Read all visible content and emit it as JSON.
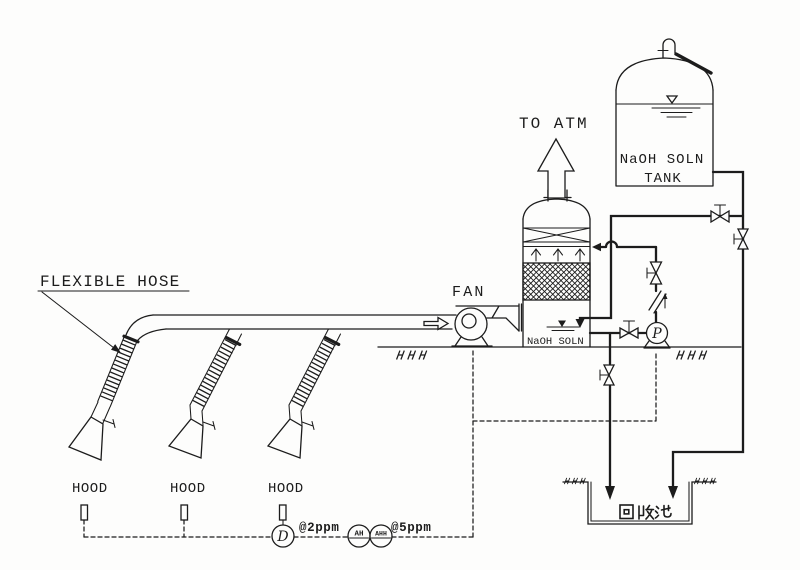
{
  "labels": {
    "flexible_hose": "FLEXIBLE HOSE",
    "to_atm": "TO ATM",
    "fan": "FAN",
    "tank_line1": "NaOH SOLN",
    "tank_line2": "TANK",
    "sump": "NaOH SOLN",
    "pit": "回收池",
    "detector": "D",
    "alarm_high": "AH",
    "alarm_high_high": "AHH",
    "setpoint_high": "@2ppm",
    "setpoint_high_high": "@5ppm",
    "pump": "P"
  },
  "hoods": [
    "HOOD",
    "HOOD",
    "HOOD"
  ],
  "colors": {
    "ink": "#1c1c1c",
    "paper": "#fdfdfc"
  }
}
